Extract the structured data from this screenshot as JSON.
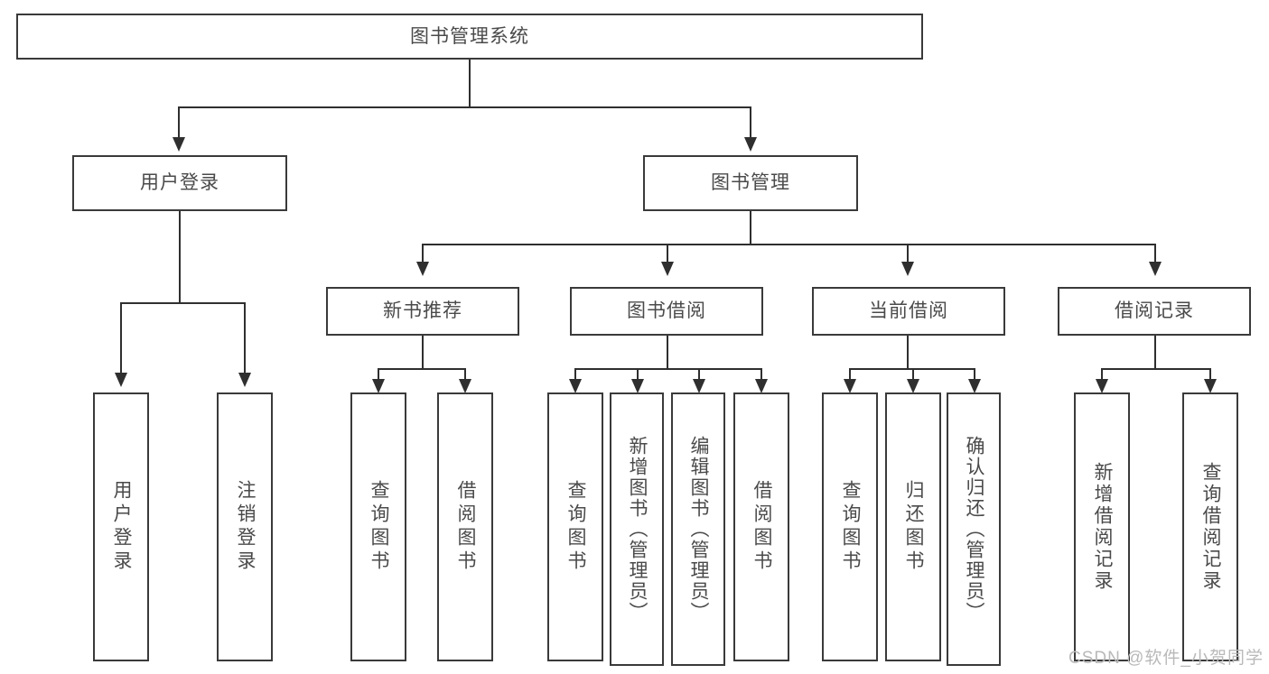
{
  "diagram": {
    "title": "图书管理系统",
    "type": "tree",
    "watermark": "CSDN @软件_小贺同学",
    "colors": {
      "stroke": "#2f2f2f",
      "box_border": "#3a3a3a",
      "text": "#4a4a4a",
      "background": "#ffffff",
      "watermark": "#b9b9b9"
    },
    "levels": {
      "root": "图书管理系统",
      "level2": [
        "用户登录",
        "图书管理"
      ],
      "level3": [
        "新书推荐",
        "图书借阅",
        "当前借阅",
        "借阅记录"
      ]
    },
    "nodes": {
      "root": {
        "label": "图书管理系统"
      },
      "user_login": {
        "label": "用户登录"
      },
      "book_manage": {
        "label": "图书管理"
      },
      "new_book_rec": {
        "label": "新书推荐"
      },
      "book_borrow": {
        "label": "图书借阅"
      },
      "current_borrow": {
        "label": "当前借阅"
      },
      "borrow_record": {
        "label": "借阅记录"
      }
    },
    "leaves": {
      "user_login": [
        {
          "label": "用户登录"
        },
        {
          "label": "注销登录"
        }
      ],
      "new_book_rec": [
        {
          "label": "查询图书"
        },
        {
          "label": "借阅图书"
        }
      ],
      "book_borrow": [
        {
          "label": "查询图书"
        },
        {
          "label": "新增图书（管理员）"
        },
        {
          "label": "编辑图书（管理员）"
        },
        {
          "label": "借阅图书"
        }
      ],
      "current_borrow": [
        {
          "label": "查询图书"
        },
        {
          "label": "归还图书"
        },
        {
          "label": "确认归还（管理员）"
        }
      ],
      "borrow_record": [
        {
          "label": "新增借阅记录"
        },
        {
          "label": "查询借阅记录"
        }
      ]
    },
    "edges": [
      {
        "from": "图书管理系统",
        "to": "用户登录"
      },
      {
        "from": "图书管理系统",
        "to": "图书管理"
      },
      {
        "from": "用户登录",
        "to": "用户登录"
      },
      {
        "from": "用户登录",
        "to": "注销登录"
      },
      {
        "from": "图书管理",
        "to": "新书推荐"
      },
      {
        "from": "图书管理",
        "to": "图书借阅"
      },
      {
        "from": "图书管理",
        "to": "当前借阅"
      },
      {
        "from": "图书管理",
        "to": "借阅记录"
      },
      {
        "from": "新书推荐",
        "to": "查询图书"
      },
      {
        "from": "新书推荐",
        "to": "借阅图书"
      },
      {
        "from": "图书借阅",
        "to": "查询图书"
      },
      {
        "from": "图书借阅",
        "to": "新增图书（管理员）"
      },
      {
        "from": "图书借阅",
        "to": "编辑图书（管理员）"
      },
      {
        "from": "图书借阅",
        "to": "借阅图书"
      },
      {
        "from": "当前借阅",
        "to": "查询图书"
      },
      {
        "from": "当前借阅",
        "to": "归还图书"
      },
      {
        "from": "当前借阅",
        "to": "确认归还（管理员）"
      },
      {
        "from": "借阅记录",
        "to": "新增借阅记录"
      },
      {
        "from": "借阅记录",
        "to": "查询借阅记录"
      }
    ]
  }
}
